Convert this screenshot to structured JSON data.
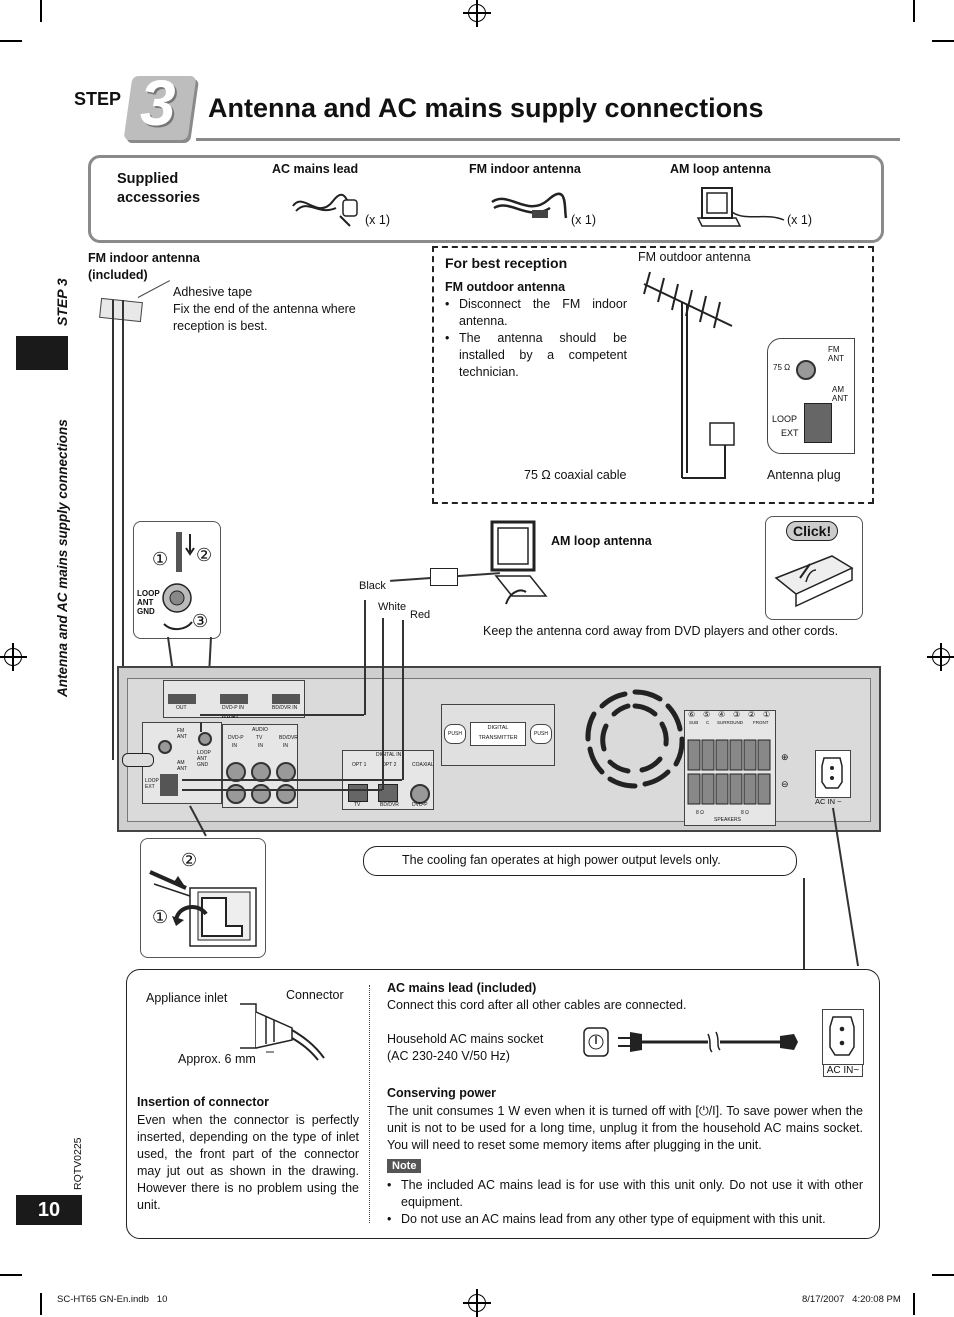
{
  "header": {
    "step_label": "STEP",
    "step_number": "3",
    "title": "Antenna and AC mains supply connections"
  },
  "accessories": {
    "heading": "Supplied accessories",
    "items": [
      {
        "name": "AC mains lead",
        "qty": "(x 1)"
      },
      {
        "name": "FM indoor antenna",
        "qty": "(x 1)"
      },
      {
        "name": "AM loop antenna",
        "qty": "(x 1)"
      }
    ]
  },
  "side": {
    "step_text": "STEP 3",
    "section_text": "Antenna and AC mains supply connections",
    "doc_code": "RQTV0225",
    "page_number": "10"
  },
  "fm_indoor": {
    "title": "FM indoor antenna",
    "subtitle": "(included)",
    "tape_label": "Adhesive tape",
    "tape_desc": "Fix the end of the antenna where reception is best."
  },
  "best_reception": {
    "title": "For best reception",
    "subtitle": "FM outdoor antenna",
    "bullets": [
      "Disconnect the FM indoor antenna.",
      "The antenna should be installed by a competent technician."
    ],
    "antenna_label": "FM outdoor antenna",
    "cable_label": "75 Ω coaxial cable",
    "plug_label": "Antenna plug",
    "panel_fm": "FM ANT",
    "panel_75": "75 Ω",
    "panel_am": "AM ANT",
    "panel_loop": "LOOP",
    "panel_ext": "EXT"
  },
  "am_loop": {
    "label": "AM loop antenna",
    "click": "Click!",
    "black": "Black",
    "white": "White",
    "red": "Red",
    "note": "Keep the antenna cord away from DVD players and other cords.",
    "terminal_label": "LOOP ANT GND",
    "steps": [
      "①",
      "②",
      "③"
    ]
  },
  "device": {
    "hdmi_labels": [
      "OUT",
      "DVD-P IN",
      "BD/DVR IN"
    ],
    "hdmi_logo": "HDMI",
    "audio_header": "AUDIO",
    "audio_cols": [
      "DVD-P",
      "TV",
      "BD/DVR"
    ],
    "audio_in": "IN",
    "digital_header": "DIGITAL IN",
    "digital_cols": [
      "OPT 1",
      "OPT 2",
      "COAXIAL"
    ],
    "digital_sub": [
      "TV",
      "BD/DVR",
      "DVD-P"
    ],
    "transmitter": "DIGITAL TRANSMITTER",
    "push": "PUSH",
    "speaker_nums": [
      "⑥",
      "⑤",
      "④",
      "③",
      "②",
      "①"
    ],
    "speaker_cols": [
      "SUB",
      "C",
      "SURROUND",
      "FRONT"
    ],
    "speakers_label": "SPEAKERS",
    "ohm1": "8 Ω",
    "ohm2": "8 Ω",
    "ac_in": "AC IN ~",
    "fm_ant": "FM ANT",
    "am_ant": "AM ANT",
    "loop_ext": "LOOP EXT",
    "loop_ant_gnd": "LOOP ANT GND",
    "fan_note": "The cooling fan operates at high power output levels only."
  },
  "connector_inset": {
    "steps": [
      "②",
      "①"
    ],
    "appliance_inlet": "Appliance inlet",
    "connector": "Connector",
    "approx": "Approx. 6 mm"
  },
  "insertion": {
    "title": "Insertion of connector",
    "text": "Even when the connector is perfectly inserted, depending on the type of inlet used, the front part of the connector may jut out as shown in the drawing. However there is no problem using the unit."
  },
  "ac_lead": {
    "title": "AC mains lead (included)",
    "text": "Connect this cord after all other cables are connected.",
    "socket_line1": "Household AC mains socket",
    "socket_line2": "(AC 230-240 V/50 Hz)",
    "ac_in_label": "AC IN~"
  },
  "power": {
    "title": "Conserving power",
    "text": "The unit consumes 1 W even when it is turned off with [⏻/I]. To save power when the unit is not to be used for a long time, unplug it from the household AC mains socket. You will need to reset some memory items after plugging in the unit.",
    "note_label": "Note",
    "notes": [
      "The included AC mains lead is for use with this unit only. Do not use it with other equipment.",
      "Do not use an AC mains lead from any other type of equipment with this unit."
    ]
  },
  "footer": {
    "file": "SC-HT65 GN-En.indb   10",
    "date": "8/17/2007   4:20:08 PM"
  }
}
